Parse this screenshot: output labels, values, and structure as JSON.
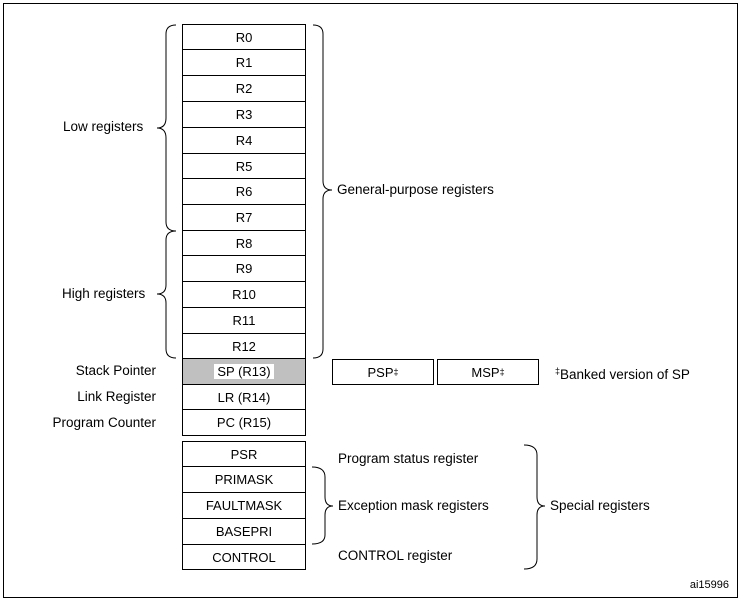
{
  "registers": {
    "general": [
      "R0",
      "R1",
      "R2",
      "R3",
      "R4",
      "R5",
      "R6",
      "R7",
      "R8",
      "R9",
      "R10",
      "R11",
      "R12"
    ],
    "sp": "SP (R13)",
    "lr": "LR (R14)",
    "pc": "PC (R15)",
    "special": [
      "PSR",
      "PRIMASK",
      "FAULTMASK",
      "BASEPRI",
      "CONTROL"
    ]
  },
  "labels": {
    "low": "Low registers",
    "high": "High registers",
    "general_purpose": "General-purpose registers",
    "stack_pointer": "Stack Pointer",
    "link_register": "Link Register",
    "program_counter": "Program Counter",
    "program_status": "Program status register",
    "exception_mask": "Exception mask registers",
    "control_register": "CONTROL register",
    "special_registers": "Special registers",
    "banked": "Banked version of SP",
    "dagger": "‡"
  },
  "banked": {
    "psp": "PSP",
    "msp": "MSP",
    "mark": "‡"
  },
  "figure_id": "ai15996",
  "colors": {
    "sp_highlight": "#c0c0c0",
    "line": "#000000"
  }
}
